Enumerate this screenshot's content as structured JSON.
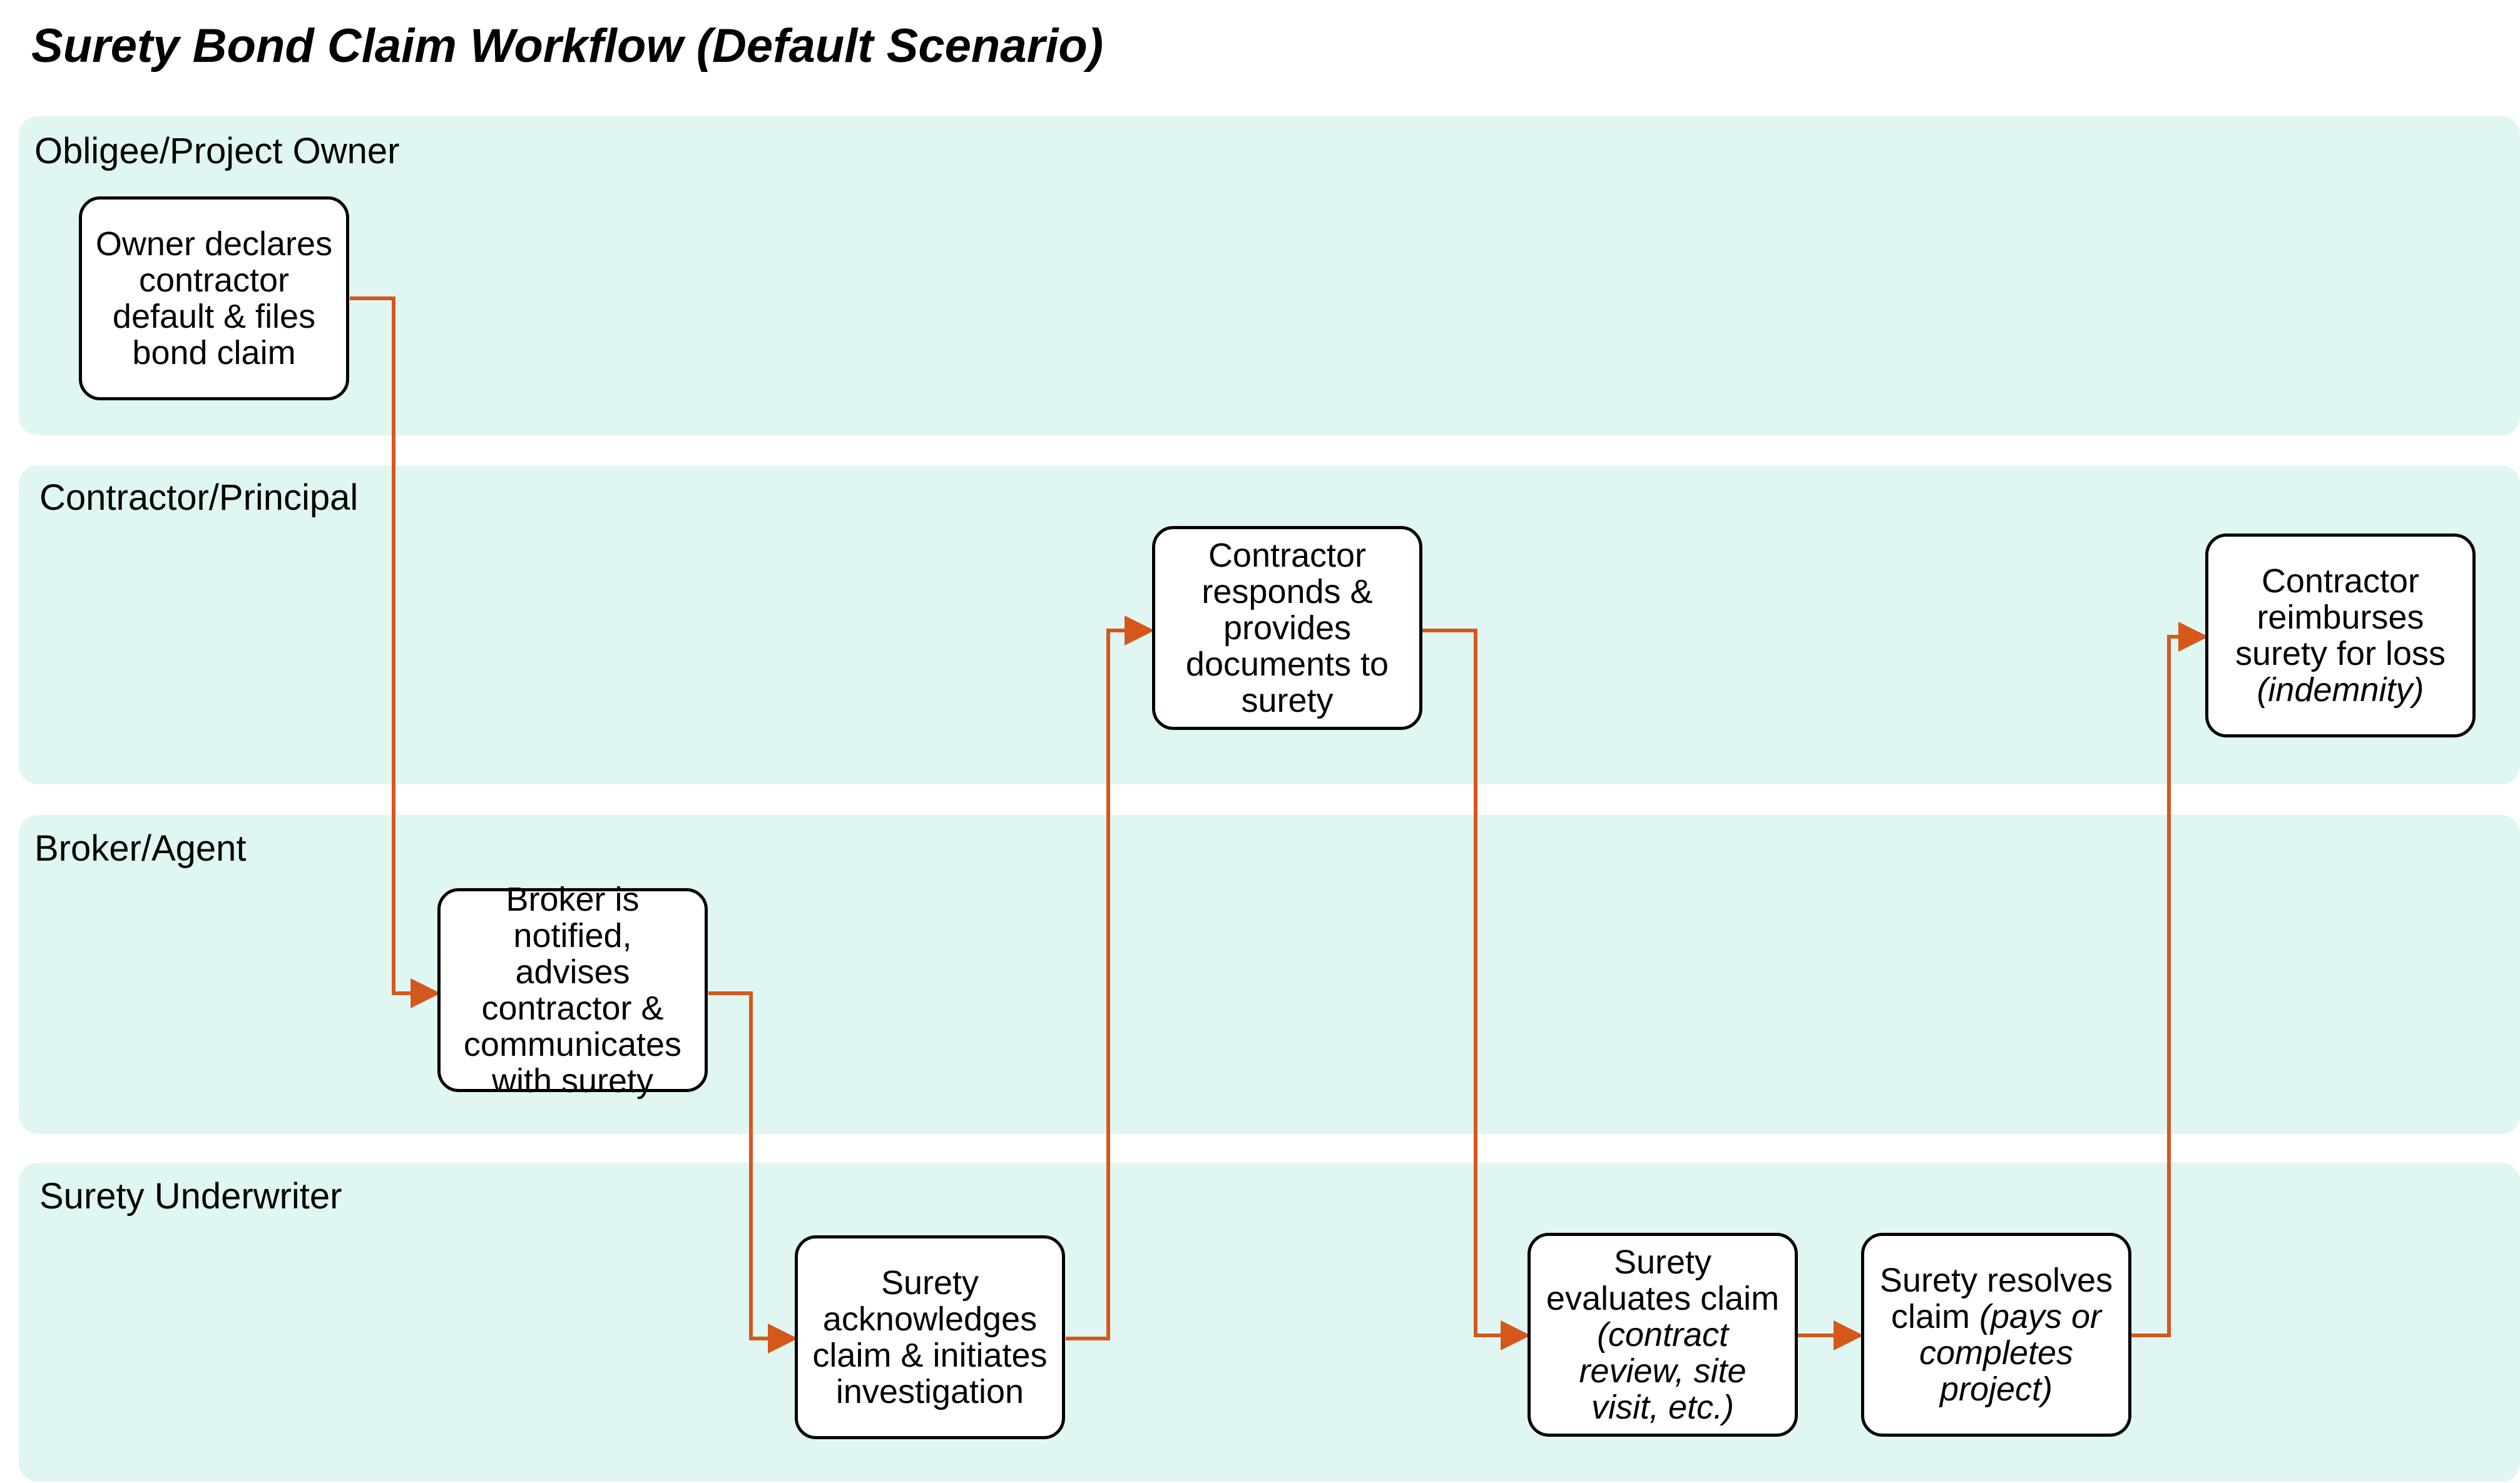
{
  "title": "Surety Bond Claim Workflow (Default Scenario)",
  "colors": {
    "lane_fill": "#e0f6f2",
    "arrow": "#d4581c",
    "box_border": "#000000"
  },
  "lanes": [
    {
      "label": "Obligee/Project Owner"
    },
    {
      "label": "Contractor/Principal"
    },
    {
      "label": "Broker/Agent"
    },
    {
      "label": "Surety Underwriter"
    }
  ],
  "steps": {
    "owner_declares": {
      "text": "Owner declares contractor default & files bond claim",
      "italic": ""
    },
    "broker_notified": {
      "text": "Broker is notified, advises contractor & communicates with surety",
      "italic": ""
    },
    "surety_acknowledges": {
      "text": "Surety acknowledges claim & initiates investigation",
      "italic": ""
    },
    "contractor_responds": {
      "text": "Contractor responds & provides documents to surety",
      "italic": ""
    },
    "surety_evaluates": {
      "text": "Surety evaluates claim ",
      "italic": "(contract review, site visit, etc.)"
    },
    "surety_resolves": {
      "text": "Surety resolves claim ",
      "italic": "(pays or completes project)"
    },
    "contractor_reimburses": {
      "text": "Contractor reimburses surety for loss ",
      "italic": "(indemnity)"
    }
  }
}
